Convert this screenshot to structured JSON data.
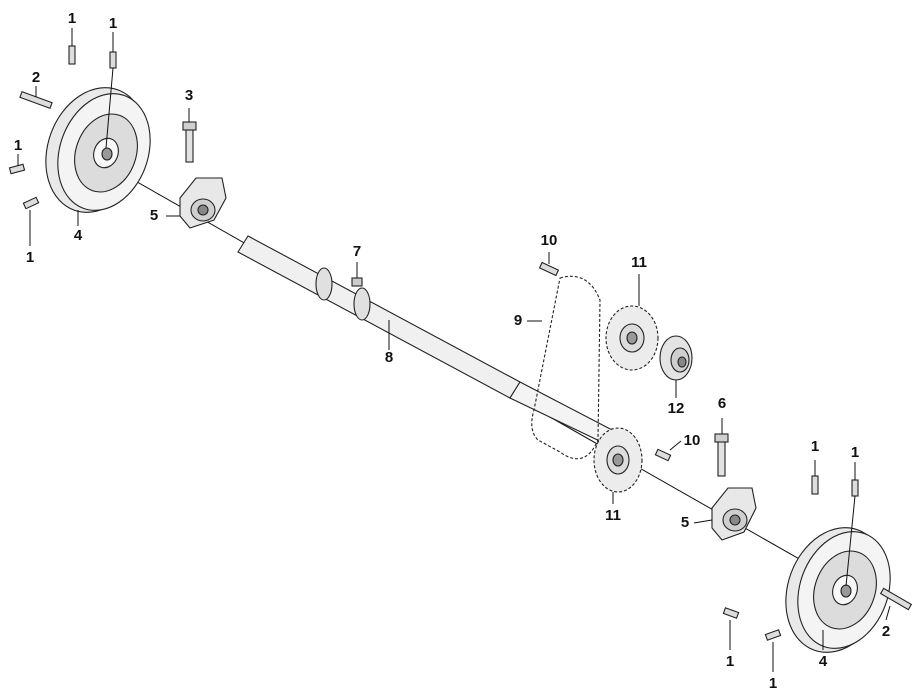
{
  "diagram": {
    "labels": [
      {
        "id": "l1a",
        "text": "1"
      },
      {
        "id": "l1b",
        "text": "1"
      },
      {
        "id": "l2a",
        "text": "2"
      },
      {
        "id": "l1c",
        "text": "1"
      },
      {
        "id": "l1d",
        "text": "1"
      },
      {
        "id": "l3",
        "text": "3"
      },
      {
        "id": "l4a",
        "text": "4"
      },
      {
        "id": "l5a",
        "text": "5"
      },
      {
        "id": "l7",
        "text": "7"
      },
      {
        "id": "l8",
        "text": "8"
      },
      {
        "id": "l10a",
        "text": "10"
      },
      {
        "id": "l11a",
        "text": "11"
      },
      {
        "id": "l9",
        "text": "9"
      },
      {
        "id": "l12",
        "text": "12"
      },
      {
        "id": "l6",
        "text": "6"
      },
      {
        "id": "l10b",
        "text": "10"
      },
      {
        "id": "l11b",
        "text": "11"
      },
      {
        "id": "l5b",
        "text": "5"
      },
      {
        "id": "l1e",
        "text": "1"
      },
      {
        "id": "l1f",
        "text": "1"
      },
      {
        "id": "l2b",
        "text": "2"
      },
      {
        "id": "l1g",
        "text": "1"
      },
      {
        "id": "l4b",
        "text": "4"
      },
      {
        "id": "l1h",
        "text": "1"
      }
    ]
  }
}
